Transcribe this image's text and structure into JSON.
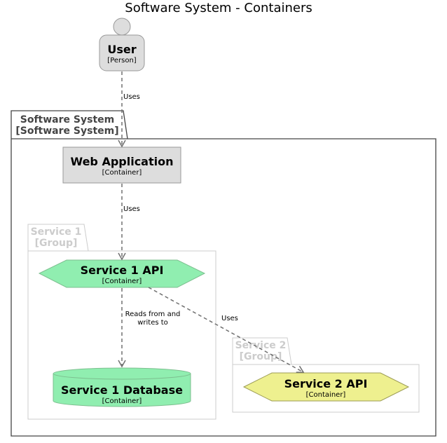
{
  "title": "Software System - Containers",
  "colors": {
    "person_fill": "#dddddd",
    "person_stroke": "#999999",
    "container_fill": "#dddddd",
    "service1_fill": "#90eeb0",
    "service1_stroke": "#7dbf8f",
    "service2_fill": "#eef08f",
    "service2_stroke": "#9c9c55",
    "boundary_stroke": "#444444",
    "group_stroke": "#cccccc",
    "arrow": "#707070"
  },
  "person": {
    "name": "User",
    "type": "[Person]"
  },
  "system_boundary": {
    "line1": "Software System",
    "line2": "[Software System]"
  },
  "web_app": {
    "name": "Web Application",
    "type": "[Container]"
  },
  "group1": {
    "line1": "Service 1",
    "line2": "[Group]"
  },
  "group2": {
    "line1": "Service 2",
    "line2": "[Group]"
  },
  "service1_api": {
    "name": "Service 1 API",
    "type": "[Container]"
  },
  "service1_db": {
    "name": "Service 1 Database",
    "type": "[Container]"
  },
  "service2_api": {
    "name": "Service 2 API",
    "type": "[Container]"
  },
  "relationships": {
    "user_webapp": "Uses",
    "webapp_api1": "Uses",
    "api1_db_line1": "Reads from and",
    "api1_db_line2": "writes to",
    "api1_api2": "Uses"
  }
}
